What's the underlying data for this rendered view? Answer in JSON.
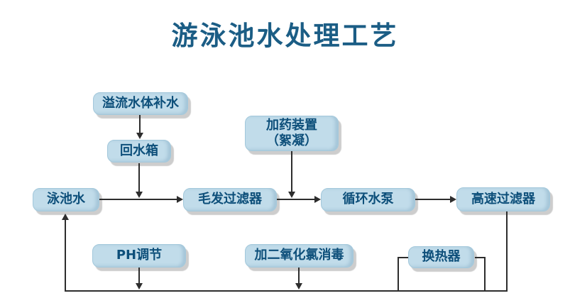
{
  "title": "游泳池水处理工艺",
  "colors": {
    "node_fill": "#c1dcea",
    "node_border": "#a3c8db",
    "node_text": "#0d4f7a",
    "title_text": "#1b5d85",
    "line": "#2d2d2d",
    "shadow": "#cdcdcd",
    "background": "#ffffff"
  },
  "nodes": [
    {
      "id": "overflow-makeup",
      "label": "溢流水体补水"
    },
    {
      "id": "return-tank",
      "label": "回水箱"
    },
    {
      "id": "pool-water",
      "label": "泳池水"
    },
    {
      "id": "hair-filter",
      "label": "毛发过滤器"
    },
    {
      "id": "dosing-device",
      "label": "加药装置",
      "label2": "（絮凝）"
    },
    {
      "id": "circulation-pump",
      "label": "循环水泵"
    },
    {
      "id": "high-speed-filter",
      "label": "高速过滤器"
    },
    {
      "id": "ph-adjust",
      "label": "PH调节"
    },
    {
      "id": "chlorine-dioxide",
      "label": "加二氧化氯消毒"
    },
    {
      "id": "heat-exchanger",
      "label": "换热器"
    }
  ],
  "edges": [
    {
      "from": "overflow-makeup",
      "to": "return-tank"
    },
    {
      "from": "return-tank",
      "to": "pool-to-hairfilter-pipe"
    },
    {
      "from": "pool-water",
      "to": "hair-filter"
    },
    {
      "from": "dosing-device",
      "to": "hairfilter-to-pump-pipe"
    },
    {
      "from": "hair-filter",
      "to": "circulation-pump"
    },
    {
      "from": "circulation-pump",
      "to": "high-speed-filter"
    },
    {
      "from": "high-speed-filter",
      "to": "return-pipe"
    },
    {
      "from": "ph-adjust",
      "to": "return-pipe"
    },
    {
      "from": "chlorine-dioxide",
      "to": "return-pipe"
    },
    {
      "from": "heat-exchanger",
      "to": "return-pipe-bypass"
    },
    {
      "from": "return-pipe",
      "to": "pool-water"
    }
  ]
}
